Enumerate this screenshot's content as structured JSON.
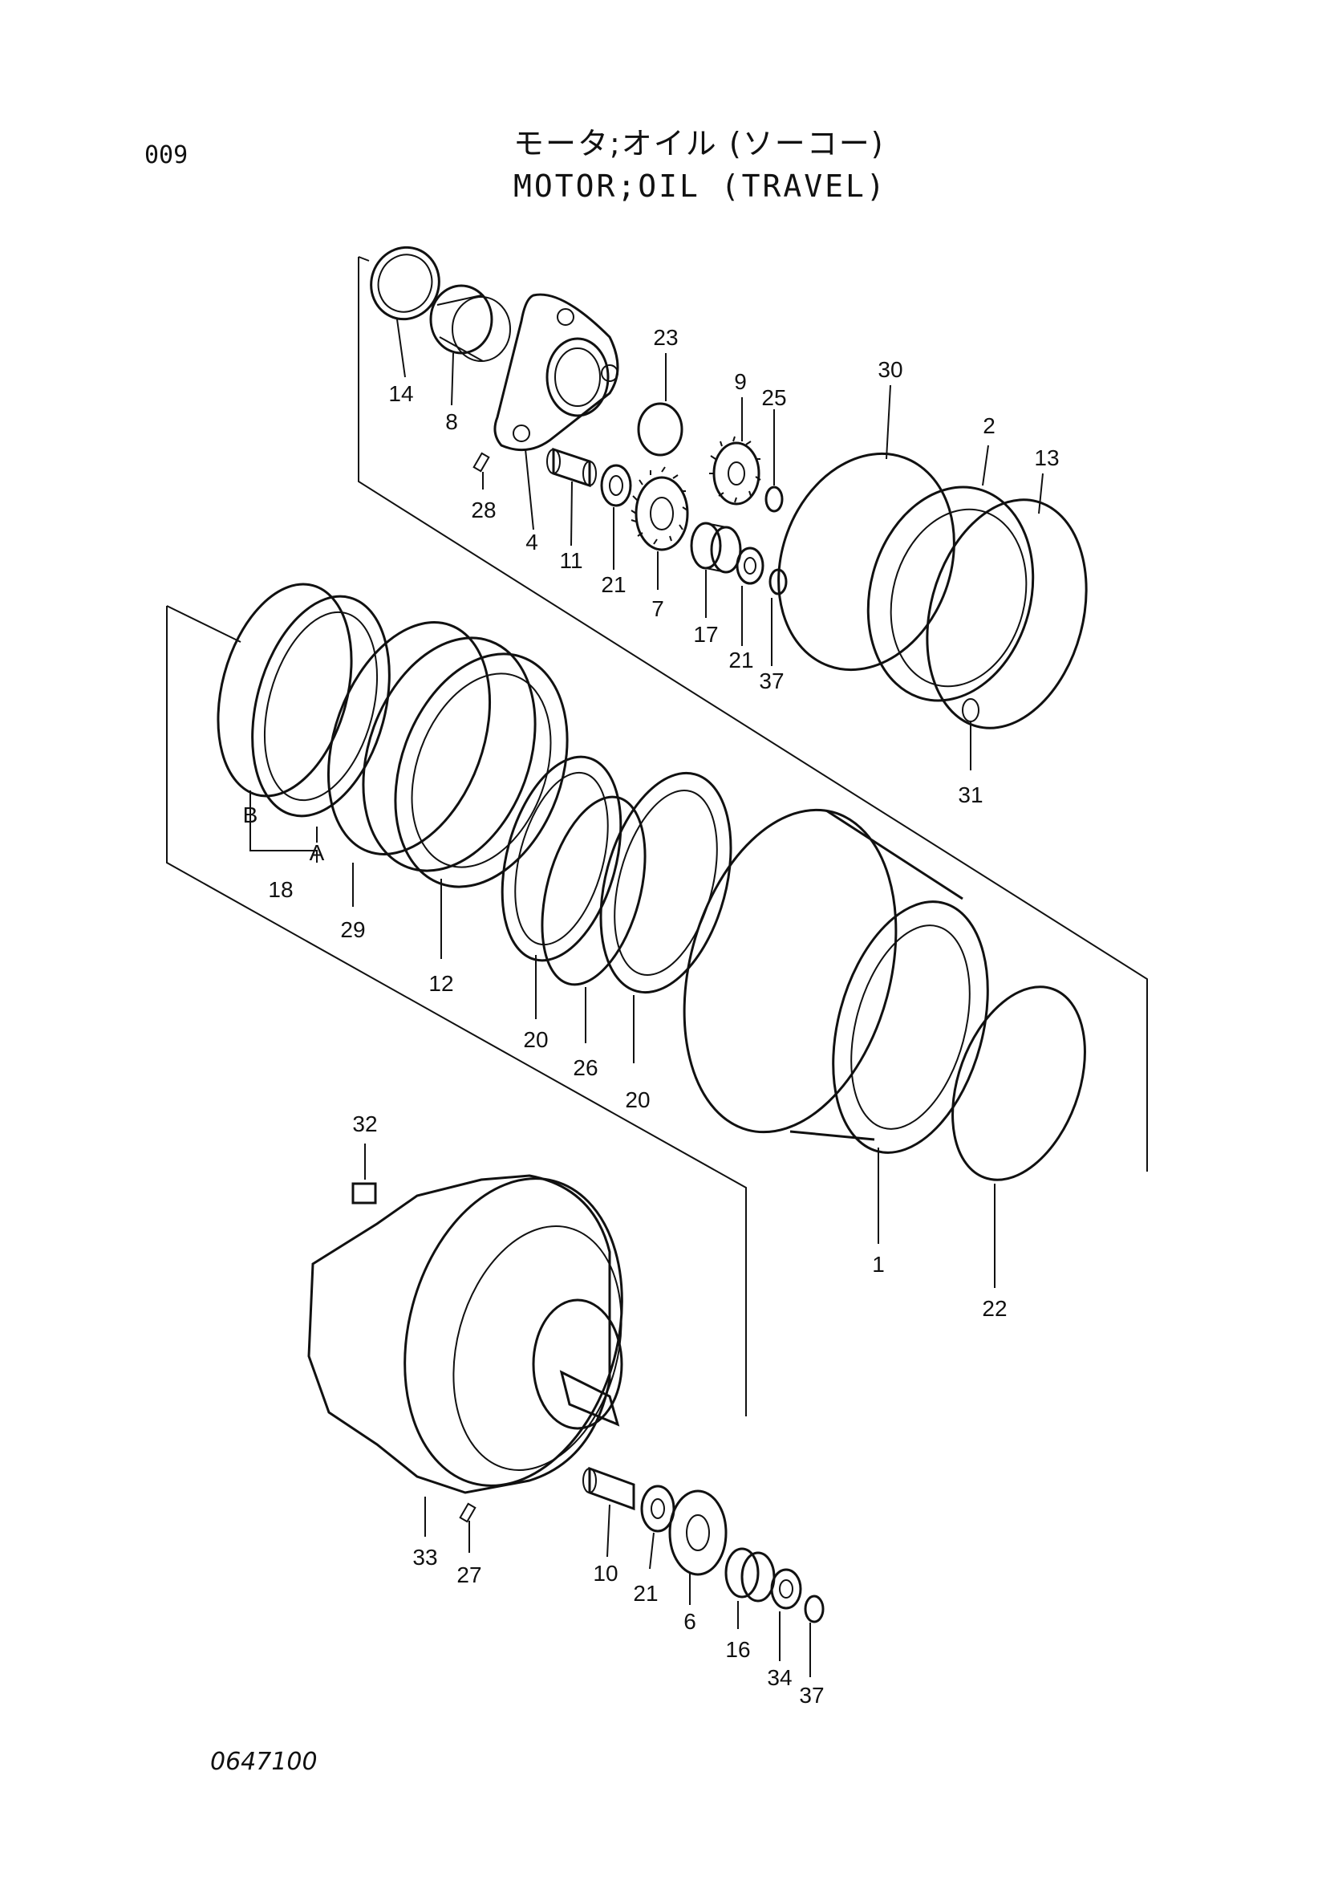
{
  "page_code": "009",
  "title_jp": "モータ;オイル (ソーコー)",
  "title_en": "MOTOR;OIL (TRAVEL)",
  "drawing_number": "0647100",
  "callouts": {
    "c14": "14",
    "c8": "8",
    "c23": "23",
    "c9": "9",
    "c25": "25",
    "c28": "28",
    "c4": "4",
    "c11": "11",
    "c21a": "21",
    "c7": "7",
    "c17": "17",
    "c21b": "21",
    "c37a": "37",
    "c30": "30",
    "c2": "2",
    "c13": "13",
    "c31": "31",
    "cB": "B",
    "cA": "A",
    "c18": "18",
    "c29": "29",
    "c12": "12",
    "c20a": "20",
    "c26": "26",
    "c20b": "20",
    "c1": "1",
    "c22": "22",
    "c32": "32",
    "c33": "33",
    "c27": "27",
    "c10": "10",
    "c21c": "21",
    "c6": "6",
    "c16": "16",
    "c34": "34",
    "c37b": "37"
  }
}
